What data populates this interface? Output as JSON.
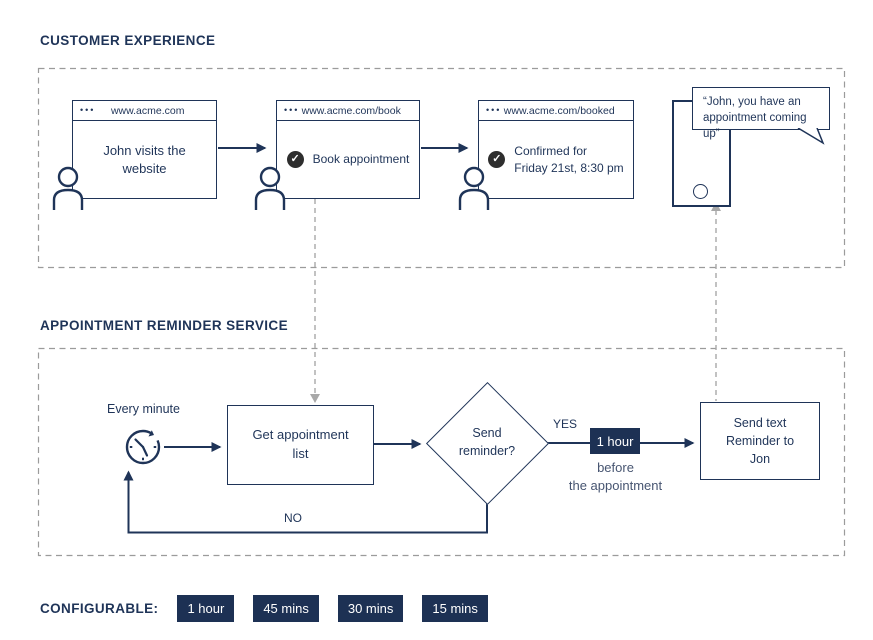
{
  "colors": {
    "navy": "#1f3458",
    "chip_bg": "#1d3154",
    "dash_gray": "#9b9b9b",
    "check_bg": "#2e2e2e",
    "muted_navy": "#475571"
  },
  "customer": {
    "title": "CUSTOMER EXPERIENCE",
    "browsers": [
      {
        "url": "www.acme.com",
        "lines": [
          "John visits the",
          "website"
        ]
      },
      {
        "url": "www.acme.com/book",
        "label": "Book appointment"
      },
      {
        "url": "www.acme.com/booked",
        "lines": [
          "Confirmed for",
          "Friday 21st, 8:30 pm"
        ]
      }
    ],
    "bubble_lines": [
      "“John, you have an",
      "appointment coming up”"
    ]
  },
  "service": {
    "title": "APPOINTMENT REMINDER SERVICE",
    "every_minute": "Every minute",
    "get_list_lines": [
      "Get appointment",
      "list"
    ],
    "decision_lines": [
      "Send",
      "reminder?"
    ],
    "yes": "YES",
    "no": "NO",
    "delay_chip": "1 hour",
    "delay_caption_lines": [
      "before",
      "the appointment"
    ],
    "send_text_lines": [
      "Send text",
      "Reminder to",
      "Jon"
    ]
  },
  "configurable": {
    "label": "CONFIGURABLE:",
    "options": [
      "1 hour",
      "45 mins",
      "30 mins",
      "15 mins"
    ]
  },
  "icons": {
    "browser_dots": "•••",
    "check": "✓"
  }
}
